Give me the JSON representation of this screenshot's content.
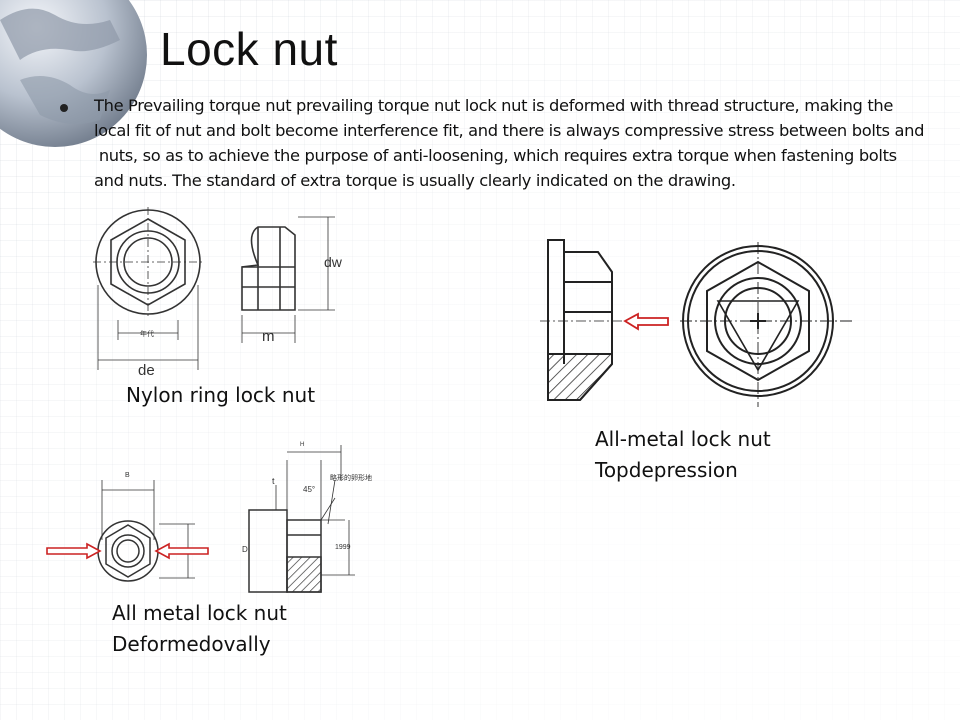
{
  "slide": {
    "title": "Lock nut",
    "paragraph_lines": [
      "The Prevailing torque nut prevailing torque nut lock nut is deformed with thread structure, making the",
      "local fit of nut and bolt become interference fit, and there is always compressive stress between bolts and",
      " nuts, so as to achieve the purpose of anti-loosening, which requires extra torque when fastening bolts",
      "and nuts. The standard of extra torque is usually clearly indicated on the drawing."
    ]
  },
  "figures": {
    "nylon": {
      "caption": "Nylon ring lock nut",
      "dim_dw": "dw",
      "dim_m": "m",
      "dim_de": "de",
      "small_note": "年代"
    },
    "all_metal_top": {
      "caption_line1": "All-metal lock nut",
      "caption_line2": "Topdepression"
    },
    "all_metal_oval": {
      "caption_line1": "All metal lock nut",
      "caption_line2": "Deformedovally",
      "dim_b": "B",
      "dim_t": "t",
      "dim_h": "H",
      "dim_d": "D",
      "angle": "45°",
      "note": "略形的卵形地",
      "code": "1999"
    }
  },
  "colors": {
    "arrow_red": "#cc2222",
    "line": "#333333"
  }
}
